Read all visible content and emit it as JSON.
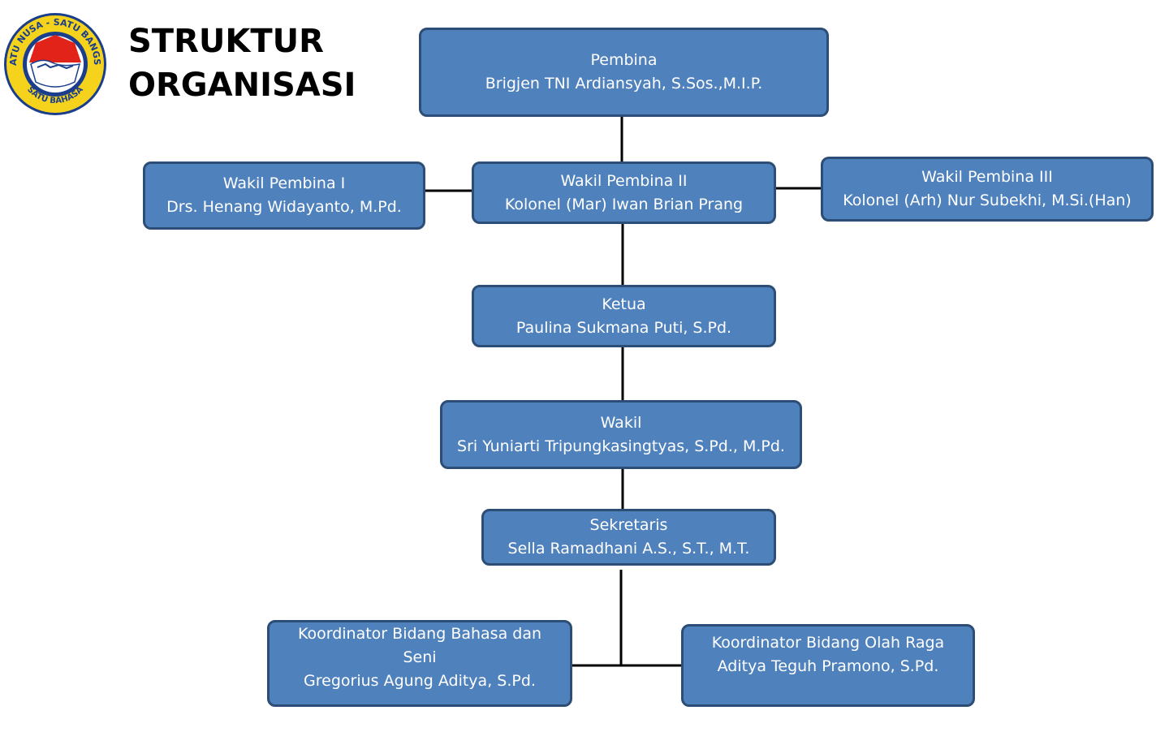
{
  "title": {
    "line1": "STRUKTUR",
    "line2": "ORGANISASI"
  },
  "logo": {
    "text": "SATU NUSA - SATU BANGSA - SATU BAHASA",
    "icon": "satu-nusa-emblem-icon"
  },
  "colors": {
    "node_fill": "#4f81bd",
    "node_border": "#2c4d75",
    "connector": "#000000",
    "logo_ring": "#f5d31c",
    "logo_inner": "#1a3e8c",
    "logo_red": "#e2231a"
  },
  "nodes": {
    "pembina": {
      "role": "Pembina",
      "name": "Brigjen TNI Ardiansyah, S.Sos.,M.I.P."
    },
    "wakil_pembina_1": {
      "role": "Wakil Pembina I",
      "name": "Drs. Henang Widayanto, M.Pd."
    },
    "wakil_pembina_2": {
      "role": "Wakil Pembina II",
      "name": "Kolonel (Mar) Iwan Brian Prang"
    },
    "wakil_pembina_3": {
      "role": "Wakil Pembina III",
      "name": "Kolonel (Arh) Nur Subekhi, M.Si.(Han)"
    },
    "ketua": {
      "role": "Ketua",
      "name": "Paulina Sukmana Puti, S.Pd."
    },
    "wakil": {
      "role": "Wakil",
      "name": "Sri Yuniarti Tripungkasingtyas, S.Pd., M.Pd."
    },
    "sekretaris": {
      "role": "Sekretaris",
      "name": "Sella Ramadhani A.S., S.T., M.T."
    },
    "koord_bahasa": {
      "role_line1": "Koordinator Bidang Bahasa  dan",
      "role_line2": "Seni",
      "name": "Gregorius Agung Aditya, S.Pd."
    },
    "koord_olahraga": {
      "role": "Koordinator Bidang Olah Raga",
      "name": "Aditya Teguh Pramono, S.Pd."
    }
  }
}
